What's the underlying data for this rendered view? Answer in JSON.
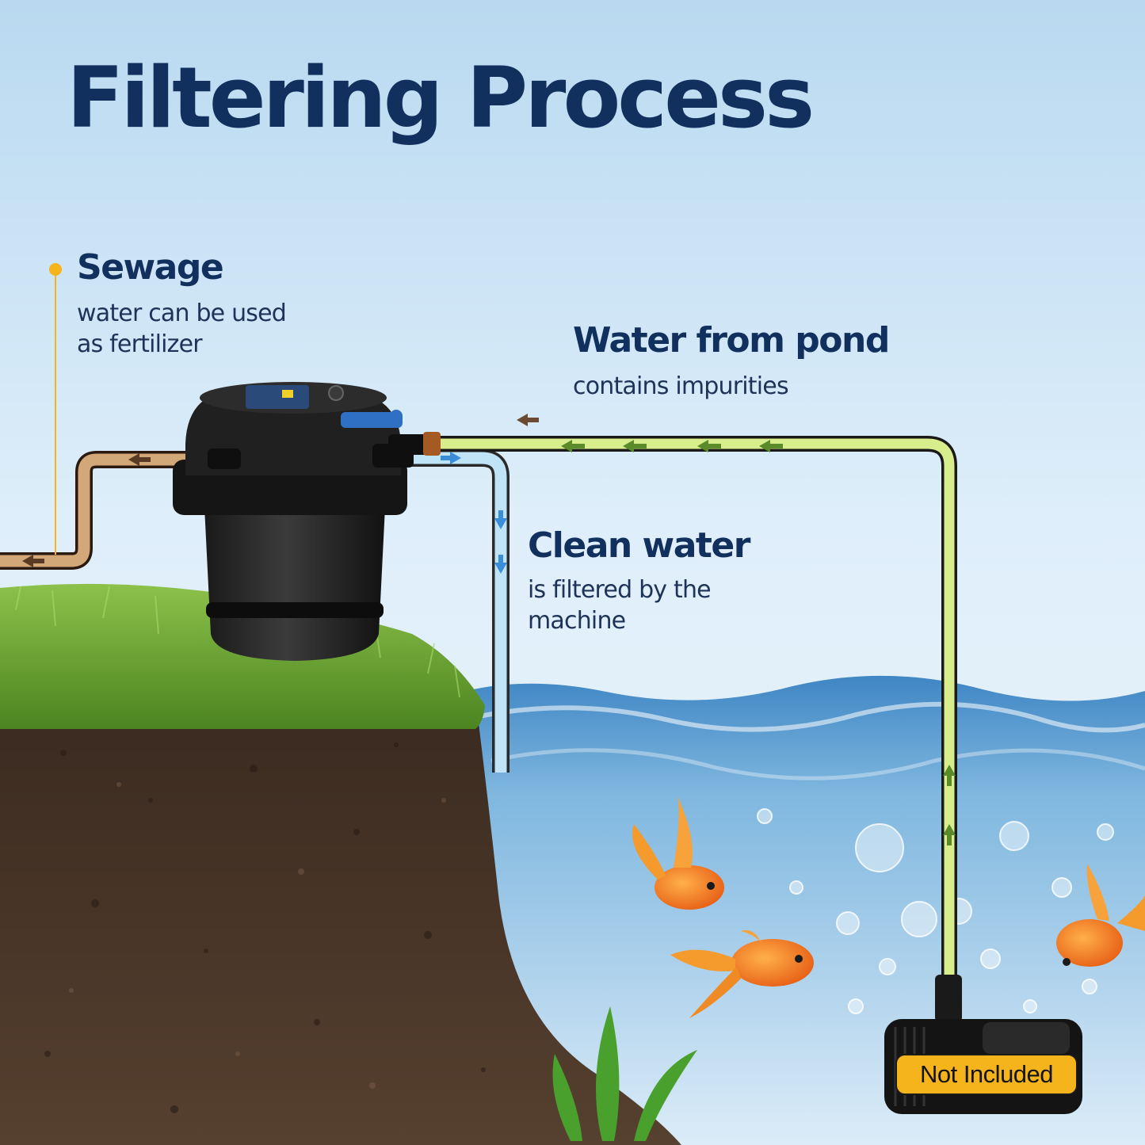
{
  "title": "Filtering Process",
  "labels": {
    "sewage": {
      "title": "Sewage",
      "description": "water can be used as fertilizer"
    },
    "pond": {
      "title": "Water from pond",
      "description": "contains impurities"
    },
    "clean": {
      "title": "Clean water",
      "description": "is filtered by the machine"
    }
  },
  "pump": {
    "badge": "Not Included"
  },
  "colors": {
    "heading": "#12305e",
    "sky": "#cfe6f5",
    "grass": "#5f9a2c",
    "soil": "#4a3628",
    "water": "#7fb7df",
    "sewage_pipe": "#d3a878",
    "clean_pipe": "#bfe4f7",
    "pond_pipe": "#d8ee8c",
    "badge": "#f5b41c",
    "marker": "#f5b41c"
  }
}
